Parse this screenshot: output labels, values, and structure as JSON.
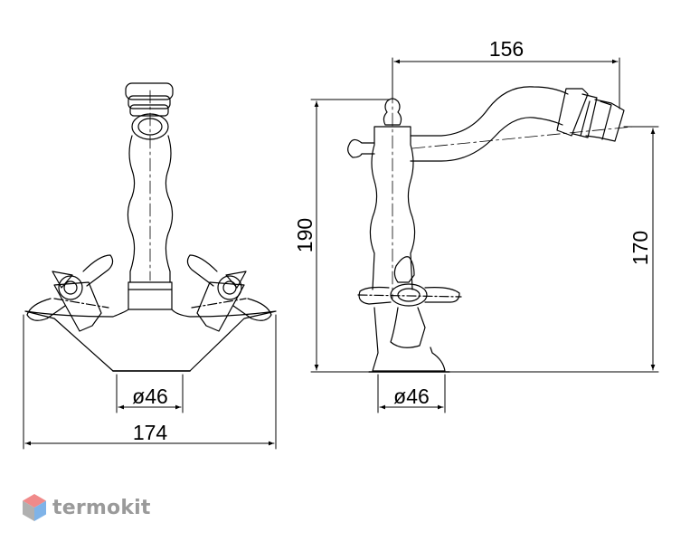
{
  "dimensions": {
    "front_width": "174",
    "front_base_diameter": "ø46",
    "side_reach": "156",
    "side_height_total": "190",
    "side_spout_height": "170",
    "side_base_diameter": "ø46"
  },
  "brand": {
    "name": "termokit",
    "colors": {
      "top": "#f08a8a",
      "right": "#7fb3e8",
      "left": "#b0b0b0",
      "text": "#9a9a9a"
    }
  }
}
